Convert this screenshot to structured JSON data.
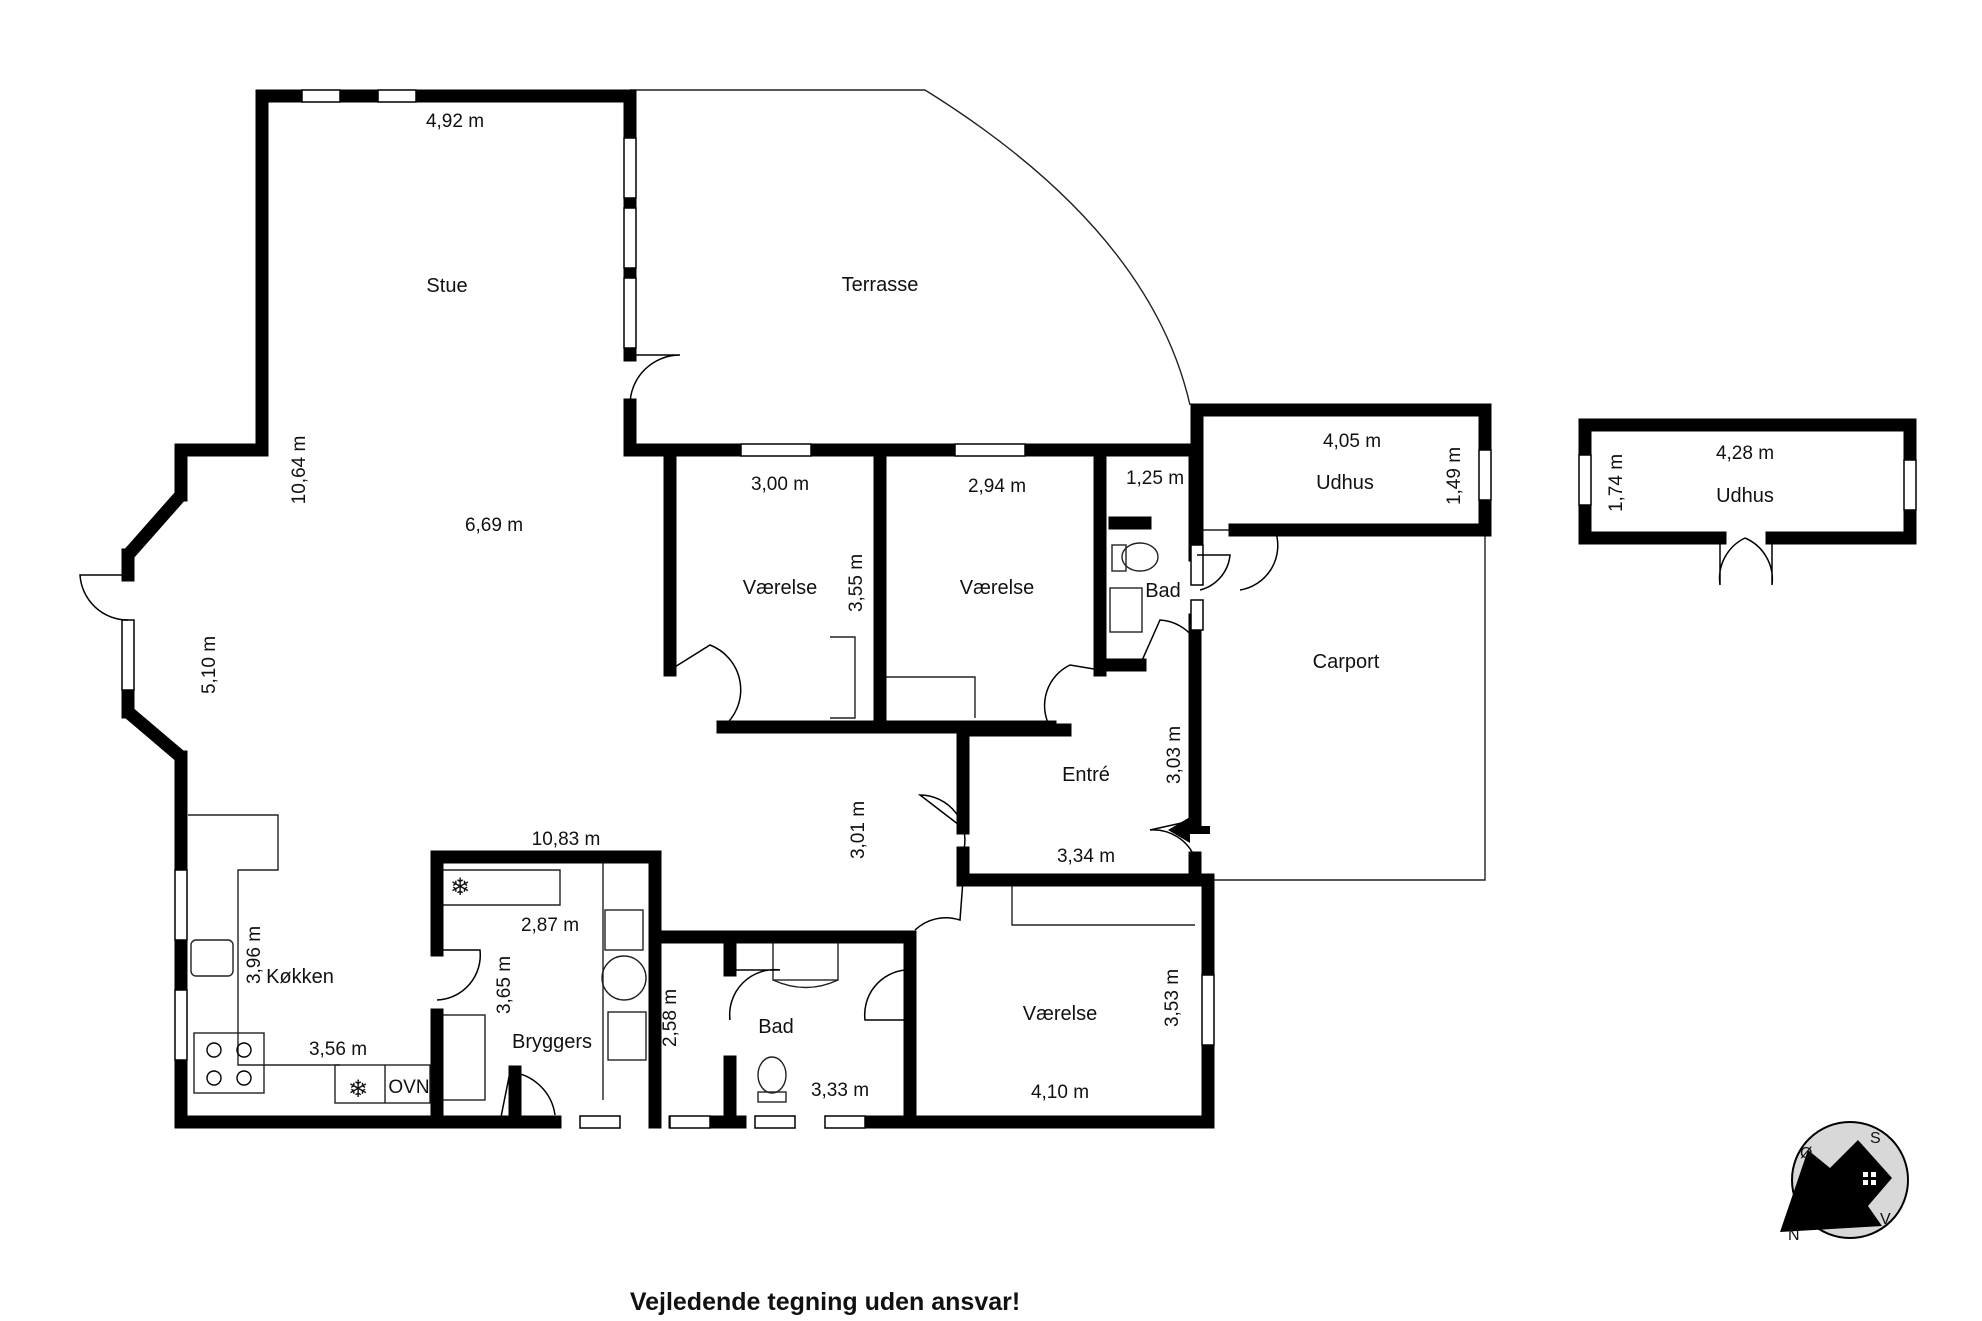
{
  "rooms": {
    "stue": "Stue",
    "terrasse": "Terrasse",
    "vaerelse_1": "Værelse",
    "vaerelse_2": "Værelse",
    "bad_small": "Bad",
    "udhus_1": "Udhus",
    "udhus_2": "Udhus",
    "carport": "Carport",
    "entre": "Entré",
    "koekken": "Køkken",
    "bryggers": "Bryggers",
    "bad_main": "Bad",
    "vaerelse_3": "Værelse",
    "ovn": "OVN"
  },
  "dimensions": {
    "stue_top": "4,92 m",
    "stue_height": "10,64 m",
    "stue_width": "6,69 m",
    "bay_side": "5,10 m",
    "vaerelse1_width": "3,00 m",
    "vaerelse1_depth": "3,55 m",
    "vaerelse2_width": "2,94 m",
    "bad_small_width": "1,25 m",
    "udhus1_width": "4,05 m",
    "udhus1_depth": "1,49 m",
    "udhus2_width": "4,28 m",
    "udhus2_depth": "1,74 m",
    "entre_depth": "3,03 m",
    "entre_width": "3,34 m",
    "hall_depth": "3,01 m",
    "total_width": "10,83 m",
    "bryggers_width": "2,87 m",
    "bryggers_depth": "3,65 m",
    "koekken_depth": "3,96 m",
    "koekken_width": "3,56 m",
    "bad_main_depth": "2,58 m",
    "bad_main_width": "3,33 m",
    "vaerelse3_depth": "3,53 m",
    "vaerelse3_width": "4,10 m"
  },
  "compass": {
    "letters": [
      "S",
      "Ø",
      "N",
      "V"
    ]
  },
  "footer": {
    "disclaimer": "Vejledende tegning uden ansvar!"
  }
}
